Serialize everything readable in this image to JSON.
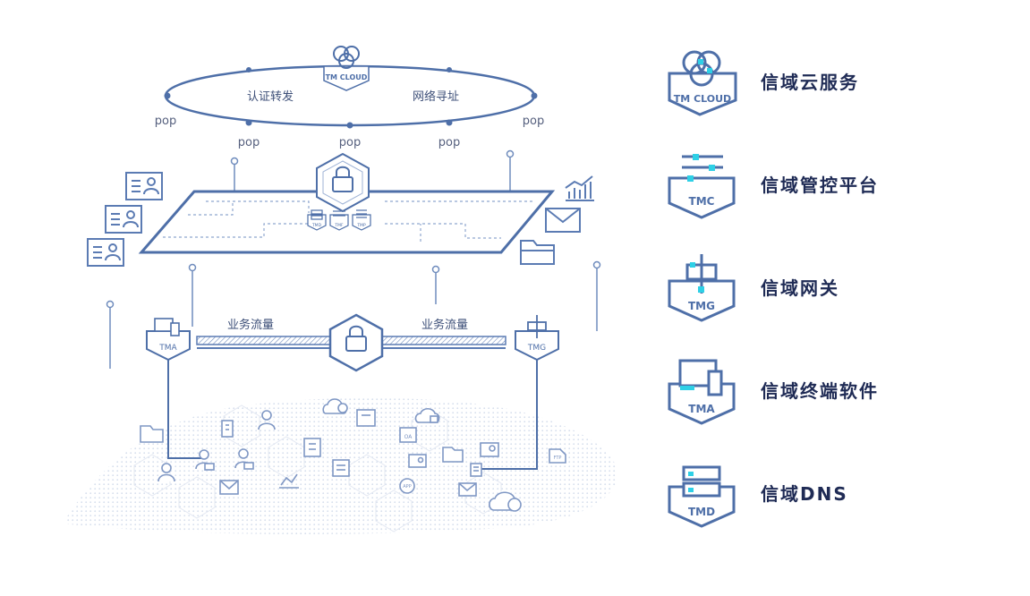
{
  "diagram": {
    "cloud_badge": "TM CLOUD",
    "ring_labels": [
      "认证转发",
      "网络寻址"
    ],
    "pop_label": "pop",
    "traffic_labels": [
      "业务流量",
      "业务流量"
    ],
    "node_tma": "TMA",
    "node_tmg": "TMG",
    "mini_badges": [
      "TMD",
      "TMF",
      "TMP"
    ],
    "network_badges": [
      "OA",
      "APP",
      "FTP"
    ]
  },
  "legend": [
    {
      "code": "TM CLOUD",
      "label": "信域云服务",
      "icon": "cloud-service-icon"
    },
    {
      "code": "TMC",
      "label": "信域管控平台",
      "icon": "control-platform-icon"
    },
    {
      "code": "TMG",
      "label": "信域网关",
      "icon": "gateway-icon"
    },
    {
      "code": "TMA",
      "label": "信域终端软件",
      "icon": "terminal-software-icon"
    },
    {
      "code": "TMD",
      "label": "信域DNS",
      "icon": "dns-icon"
    }
  ],
  "colors": {
    "line": "#5b7bb3",
    "accent": "#2ed0e6",
    "text": "#1f2b55",
    "light": "#c9d3e6"
  }
}
